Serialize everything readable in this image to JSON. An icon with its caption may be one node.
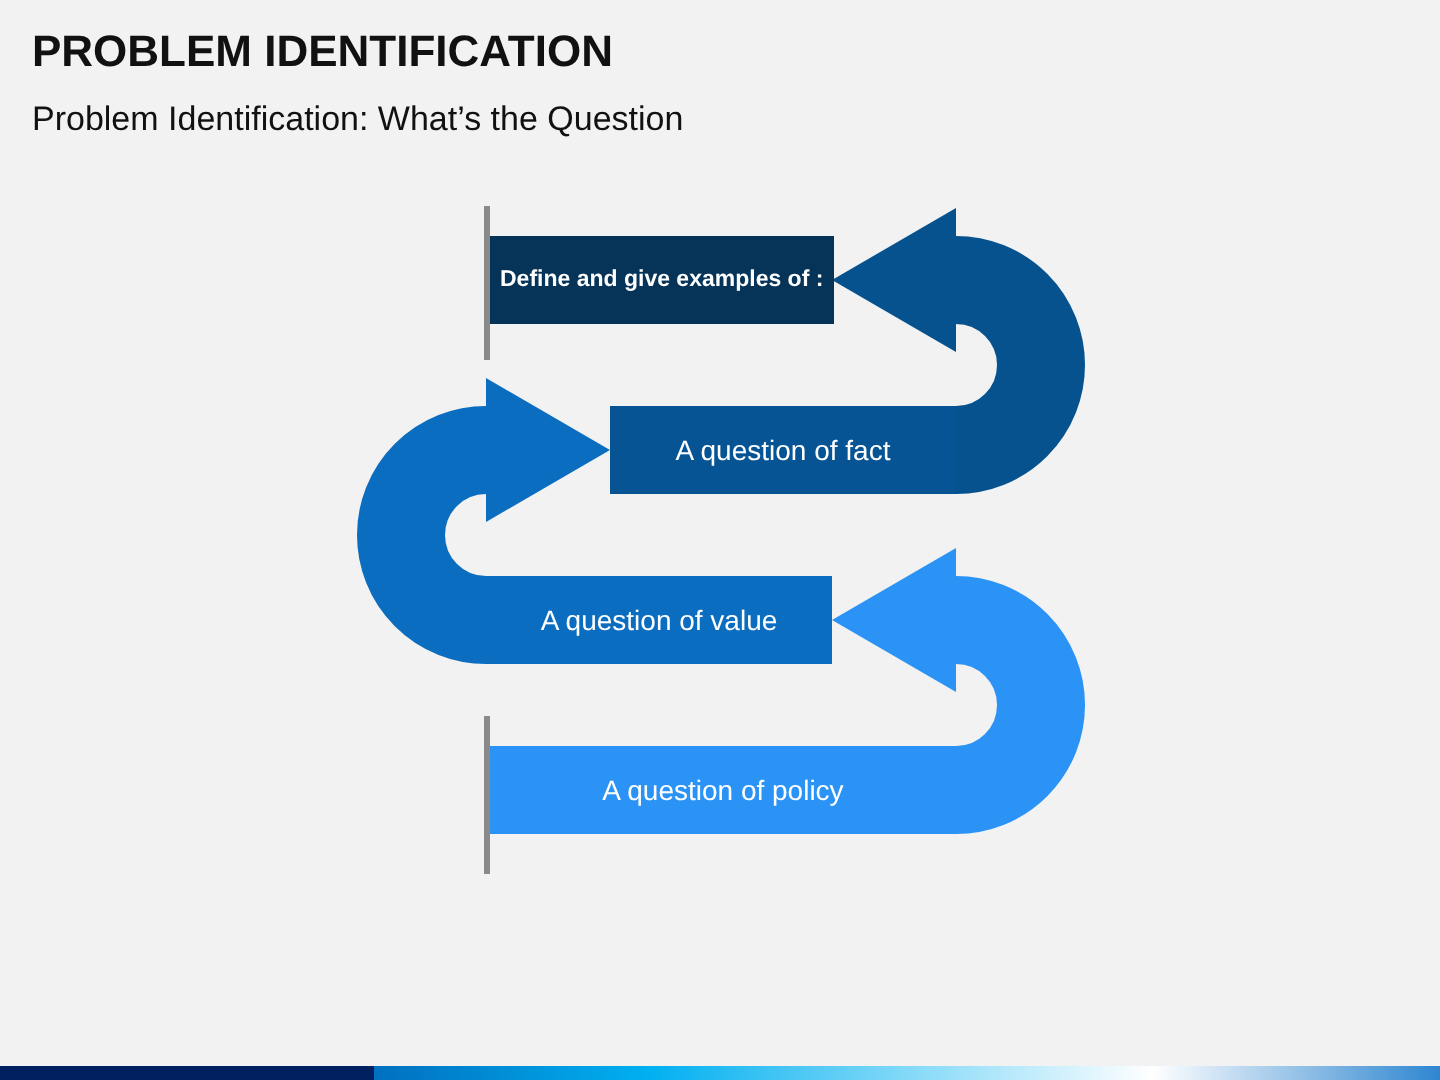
{
  "diagram": {
    "title": "PROBLEM IDENTIFICATION",
    "nodes": [
      {
        "text": [
          "Define and give examples of :"
        ]
      },
      {
        "text": [
          "A question of fact"
        ]
      },
      {
        "text": [
          "A question of value"
        ]
      },
      {
        "text": [
          "A question of policy"
        ]
      }
    ],
    "edges": [
      {
        "from": 3,
        "to": 2,
        "arrow": "to",
        "color": "#2b93f6"
      },
      {
        "from": 2,
        "to": 1,
        "arrow": "to",
        "color": "#0b6dc0"
      },
      {
        "from": 1,
        "to": 0,
        "arrow": "to",
        "color": "#05528f"
      }
    ],
    "labels": [
      "Problem Identification: What’s the Question"
    ]
  }
}
